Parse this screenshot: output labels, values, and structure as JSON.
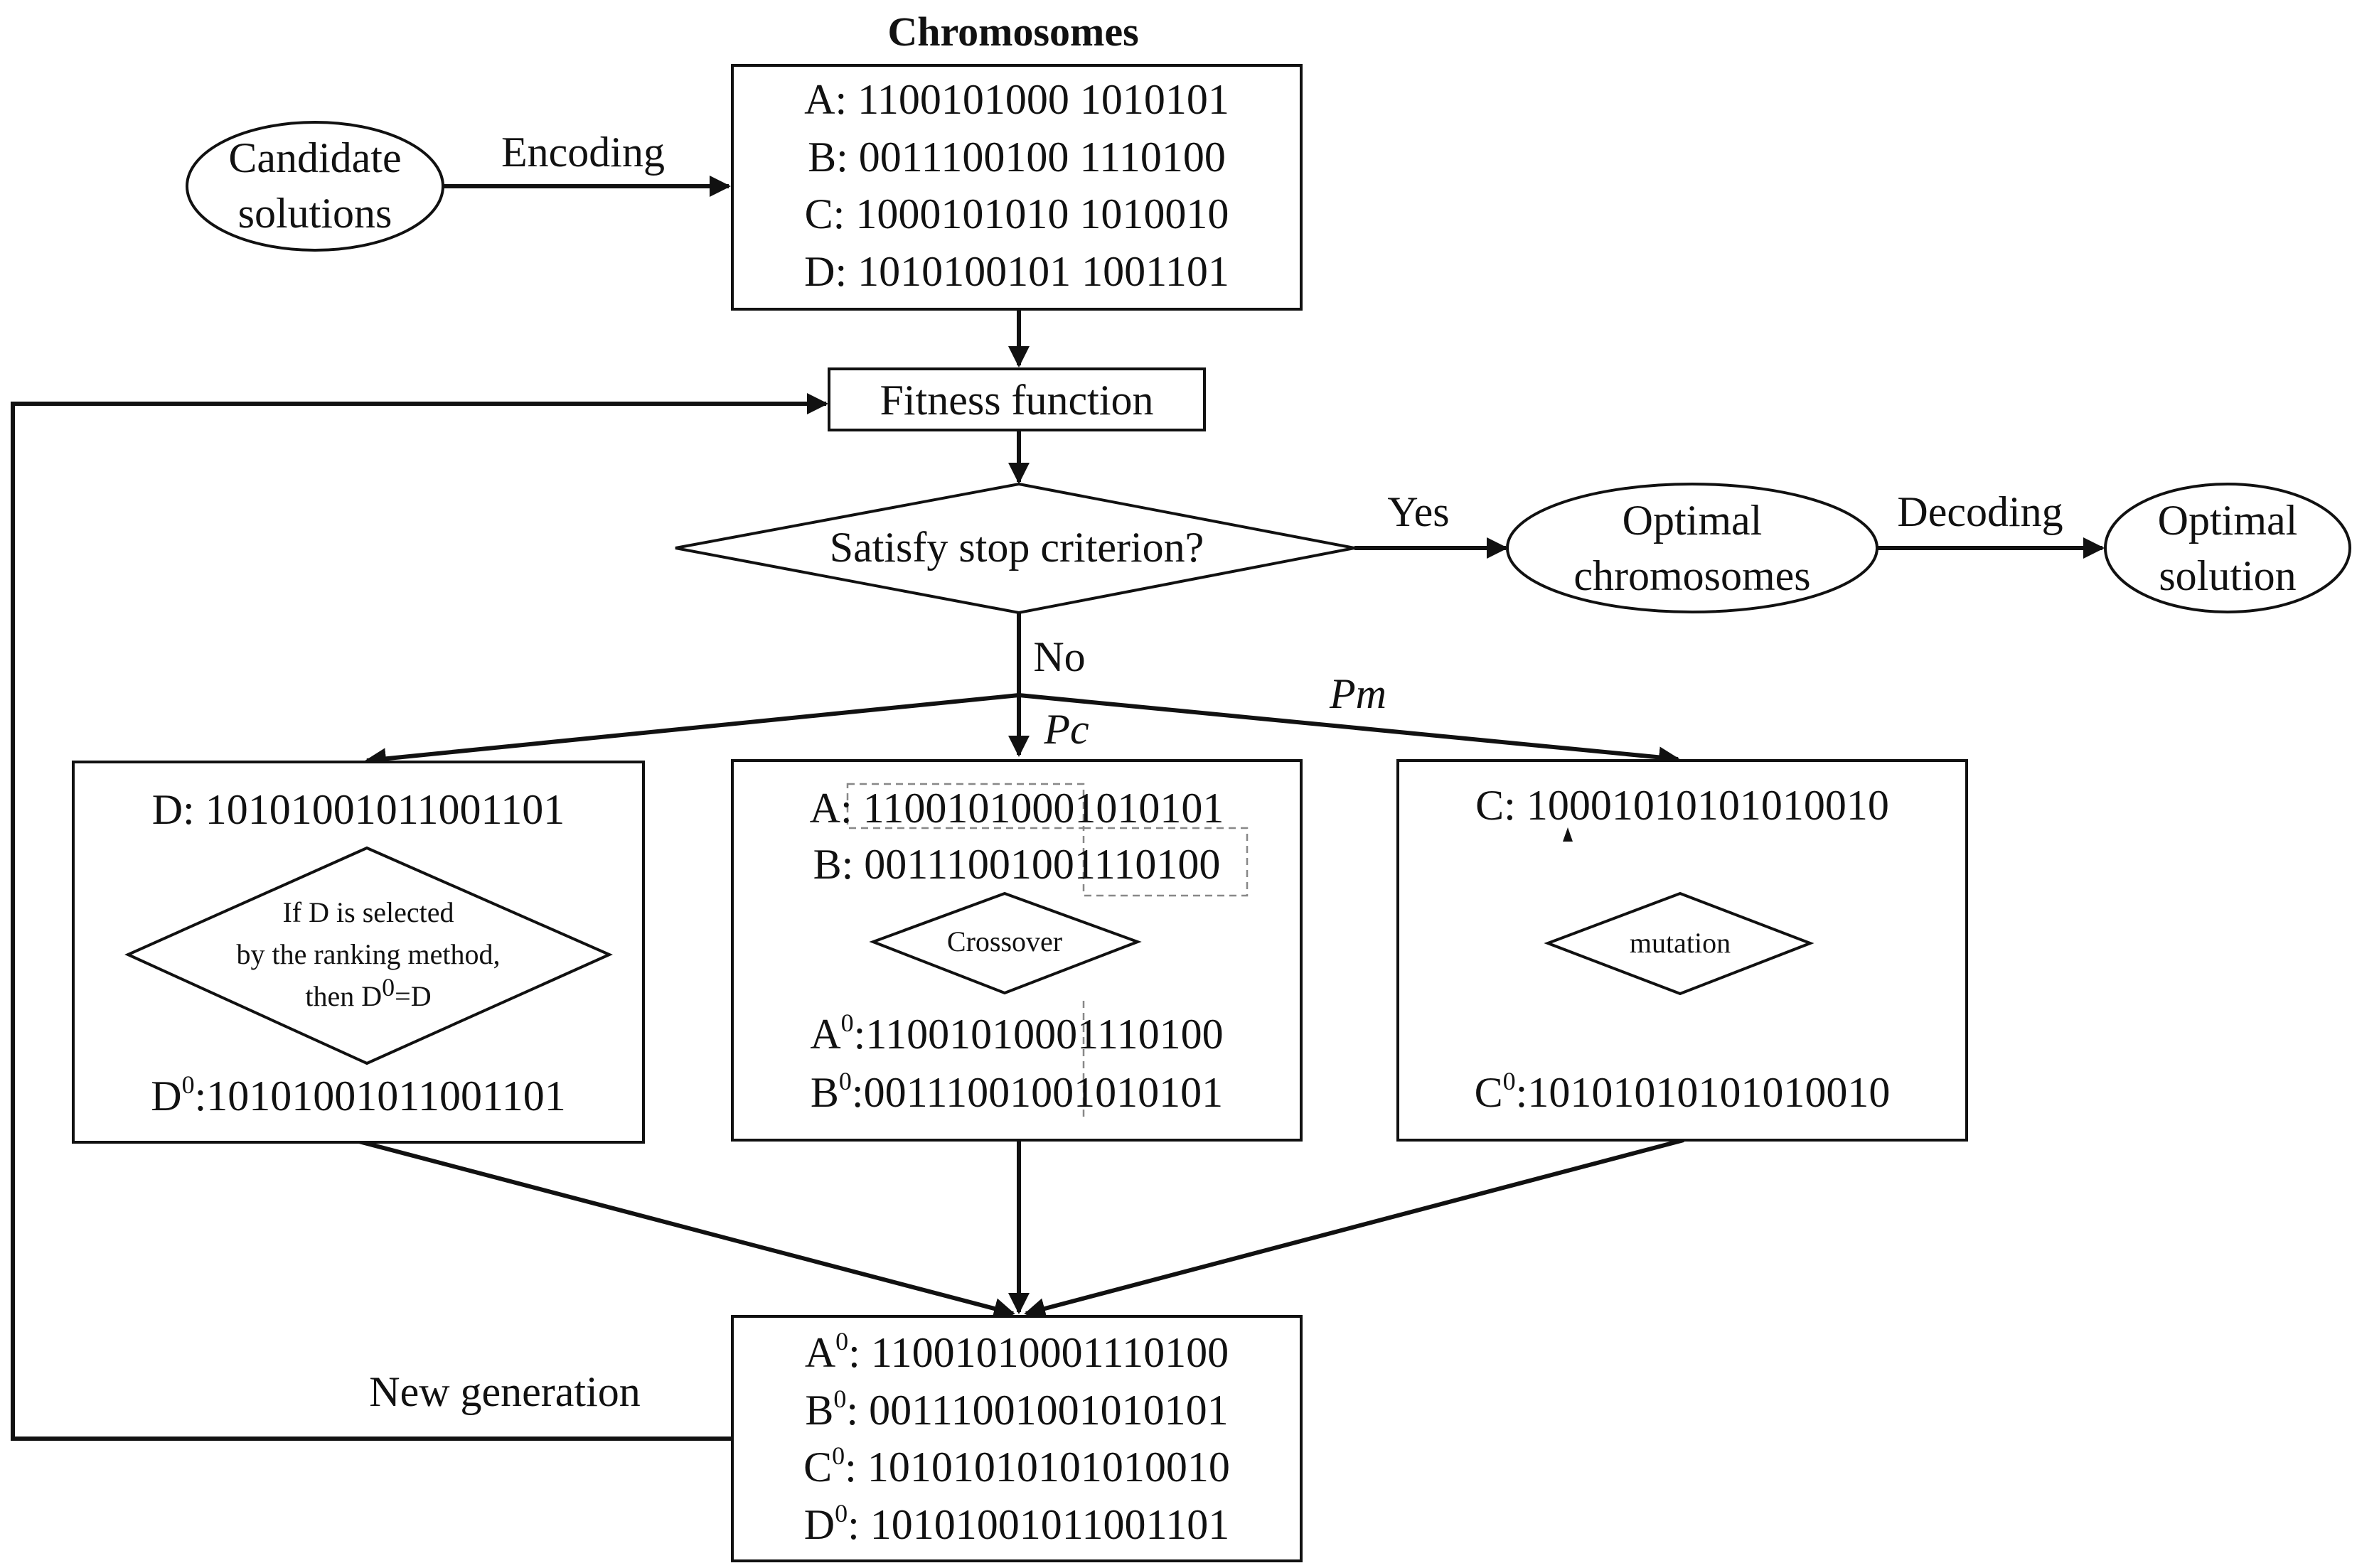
{
  "title": "Chromosomes",
  "start": {
    "line1": "Candidate",
    "line2": "solutions"
  },
  "encoding_label": "Encoding",
  "chromosomes": {
    "A": {
      "label": "A: ",
      "value": "1100101000 1010101"
    },
    "B": {
      "label": "B: ",
      "value": "0011100100 1110100"
    },
    "C": {
      "label": "C: ",
      "value": "1000101010 1010010"
    },
    "D": {
      "label": "D: ",
      "value": "1010100101 1001101"
    }
  },
  "fitness": "Fitness function",
  "stop_criterion": "Satisfy stop criterion?",
  "yes_label": "Yes",
  "no_label": "No",
  "optimal_chromosomes": {
    "line1": "Optimal",
    "line2": "chromosomes"
  },
  "decoding_label": "Decoding",
  "optimal_solution": {
    "line1": "Optimal",
    "line2": "solution"
  },
  "pc_label": "Pc",
  "pm_label": "Pm",
  "selection": {
    "top": "D: 10101001011001101",
    "diamond": {
      "line1": "If D is selected",
      "line2": "by the ranking method,",
      "line3_pre": "then D",
      "line3_sup": "0",
      "line3_post": "=D"
    },
    "bottom_base": "D",
    "bottom_sup": "0",
    "bottom_value": ":10101001011001101"
  },
  "crossover": {
    "a_top": {
      "label": "A: ",
      "left": "1100101000",
      "right": "1010101"
    },
    "b_top": {
      "label": "B: ",
      "left": "0011100100",
      "right": "1110100"
    },
    "diamond": "Crossover",
    "a_new": {
      "base": "A",
      "sup": "0",
      "left": ":1100101000",
      "right": "1110100"
    },
    "b_new": {
      "base": "B",
      "sup": "0",
      "left": ":0011100100",
      "right": "1010101"
    }
  },
  "mutation": {
    "top": "C: 10001010101010010",
    "diamond": "mutation",
    "bottom_base": "C",
    "bottom_sup": "0",
    "bottom_value": ":10101010101010010"
  },
  "new_generation_label": "New generation",
  "new_generation": [
    {
      "base": "A",
      "sup": "0",
      "value": ": 11001010001110100"
    },
    {
      "base": "B",
      "sup": "0",
      "value": ": 00111001001010101"
    },
    {
      "base": "C",
      "sup": "0",
      "value": ": 10101010101010010"
    },
    {
      "base": "D",
      "sup": "0",
      "value": ": 10101001011001101"
    }
  ]
}
